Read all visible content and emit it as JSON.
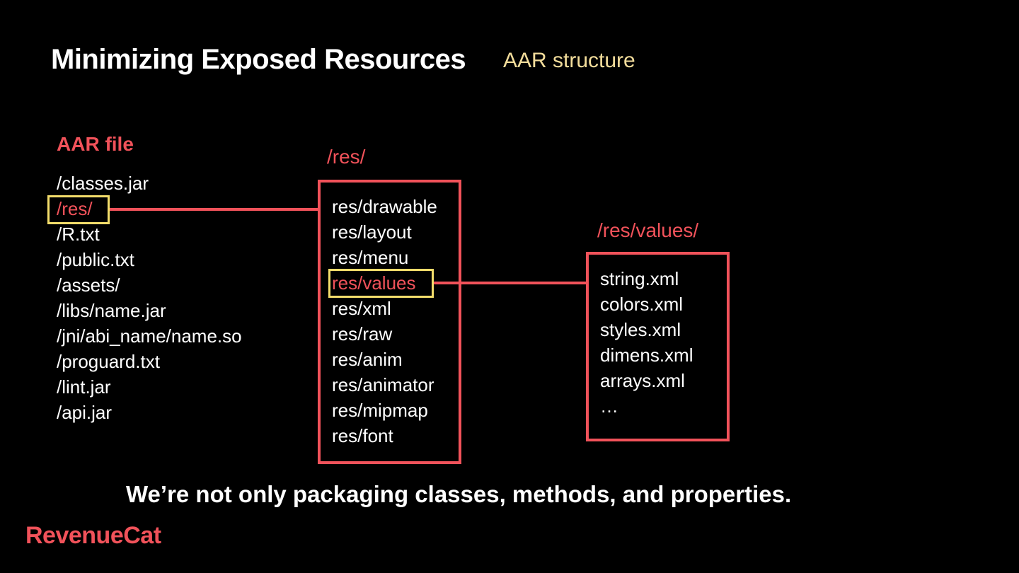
{
  "header": {
    "title": "Minimizing Exposed Resources",
    "subtitle": "AAR structure"
  },
  "aar_file": {
    "label": "AAR file",
    "items": [
      "/classes.jar",
      "/res/",
      "/R.txt",
      "/public.txt",
      "/assets/",
      "/libs/name.jar",
      "/jni/abi_name/name.so",
      "/proguard.txt",
      "/lint.jar",
      "/api.jar"
    ]
  },
  "res_dir": {
    "label": "/res/",
    "items": [
      "res/drawable",
      "res/layout",
      "res/menu",
      "res/values",
      "res/xml",
      "res/raw",
      "res/anim",
      "res/animator",
      "res/mipmap",
      "res/font"
    ]
  },
  "values_dir": {
    "label": "/res/values/",
    "items": [
      "string.xml",
      "colors.xml",
      "styles.xml",
      "dimens.xml",
      "arrays.xml",
      "…"
    ]
  },
  "footer": {
    "text": "We’re not only packaging classes, methods, and properties."
  },
  "brand": {
    "logo_text": "RevenueCat"
  },
  "colors": {
    "accent": "#f1525a",
    "highlight": "#f3dd6b",
    "subtitle": "#f3dd9b",
    "background": "#000000"
  }
}
